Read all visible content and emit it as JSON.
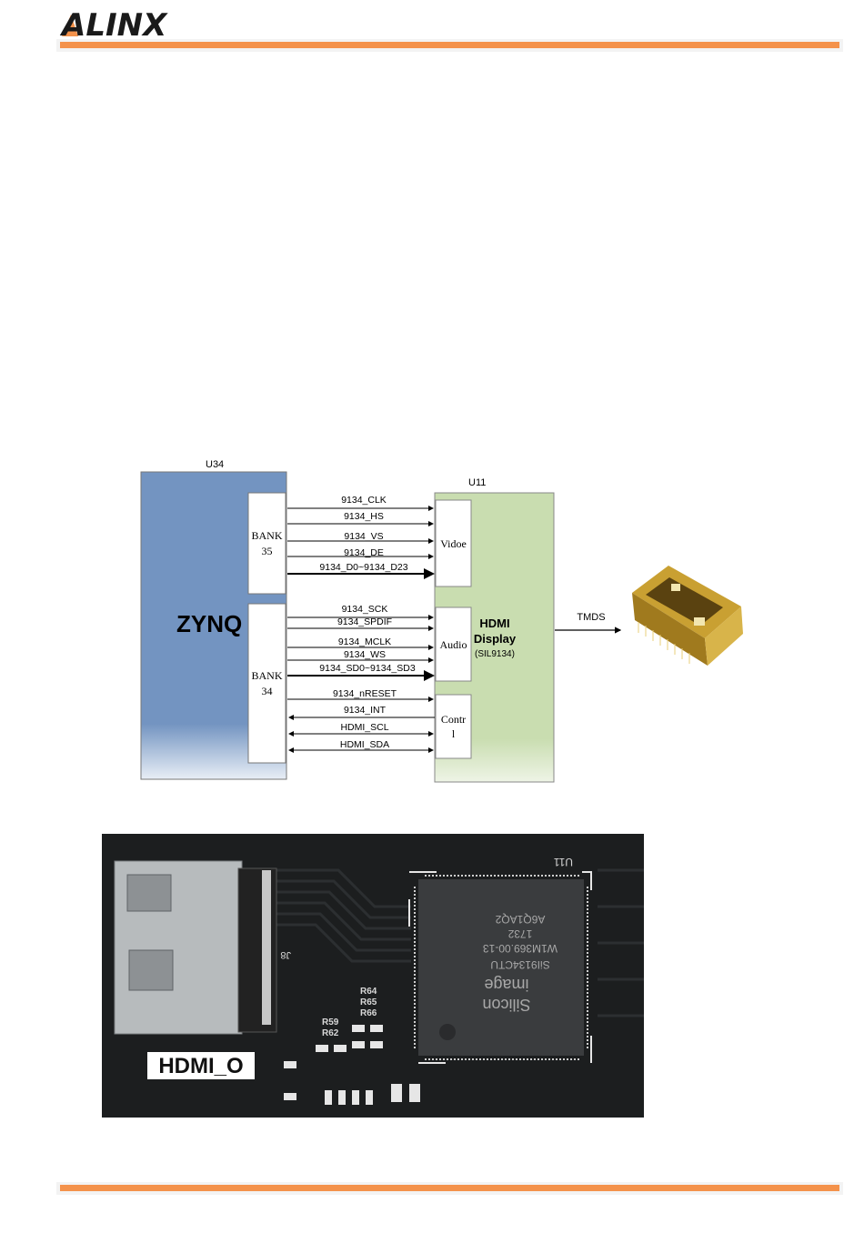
{
  "header": {
    "brand": "ALINX",
    "accent_color": "#f4924b"
  },
  "diagram": {
    "fpga_ref": "U34",
    "fpga_name": "ZYNQ",
    "bank35_line1": "BANK",
    "bank35_line2": "35",
    "bank34_line1": "BANK",
    "bank34_line2": "34",
    "hdmi_ref": "U11",
    "hdmi_title_line1": "HDMI",
    "hdmi_title_line2": "Display",
    "hdmi_part": "(SIL9134)",
    "video_block": "Vidoe",
    "audio_block": "Audio",
    "control_line1": "Contr",
    "control_line2": "l",
    "tmds_label": "TMDS",
    "signals": {
      "clk": "9134_CLK",
      "hs": "9134_HS",
      "vs": "9134_VS",
      "de": "9134_DE",
      "data": "9134_D0~9134_D23",
      "sck": "9134_SCK",
      "spdif": "9134_SPDIF",
      "mclk": "9134_MCLK",
      "ws": "9134_WS",
      "sd": "9134_SD0~9134_SD3",
      "nreset": "9134_nRESET",
      "int": "9134_INT",
      "scl": "HDMI_SCL",
      "sda": "HDMI_SDA"
    },
    "colors": {
      "fpga": "#7394c1",
      "hdmi": "#c9ddb0"
    }
  },
  "photo": {
    "connector_label": "HDMI_O",
    "silk_u11": "U11",
    "silk_j8": "J8",
    "silk_r64": "R64",
    "silk_r65": "R65",
    "silk_r66": "R66",
    "silk_r59": "R59",
    "silk_r62": "R62",
    "chip_line1": "Silicon",
    "chip_line2": "image",
    "chip_line3": "SiI9134CTU",
    "chip_line4": "W1M369.00-13",
    "chip_line5": "1732",
    "chip_line6": "A6Q1AQ2"
  }
}
